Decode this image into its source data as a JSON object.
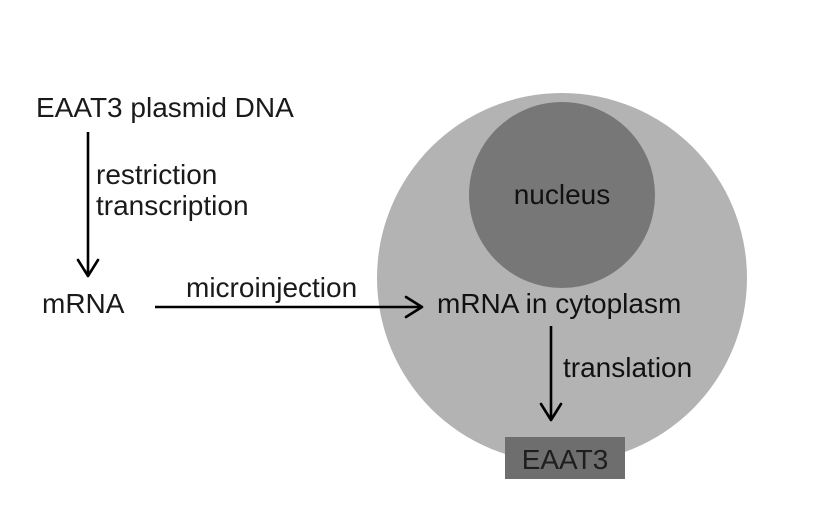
{
  "diagram": {
    "source_label": "EAAT3 plasmid DNA",
    "step1_line1": "restriction",
    "step1_line2": "transcription",
    "intermediate_label": "mRNA",
    "step2_label": "microinjection",
    "cell": {
      "nucleus_label": "nucleus",
      "cytoplasm_label": "mRNA in cytoplasm",
      "step3_label": "translation",
      "product_label": "EAAT3"
    },
    "colors": {
      "cell_fill": "#b3b3b3",
      "nucleus_fill": "#777777",
      "product_box_fill": "#6e6e6e",
      "arrow": "#000000",
      "text": "#1a1a1a"
    }
  }
}
